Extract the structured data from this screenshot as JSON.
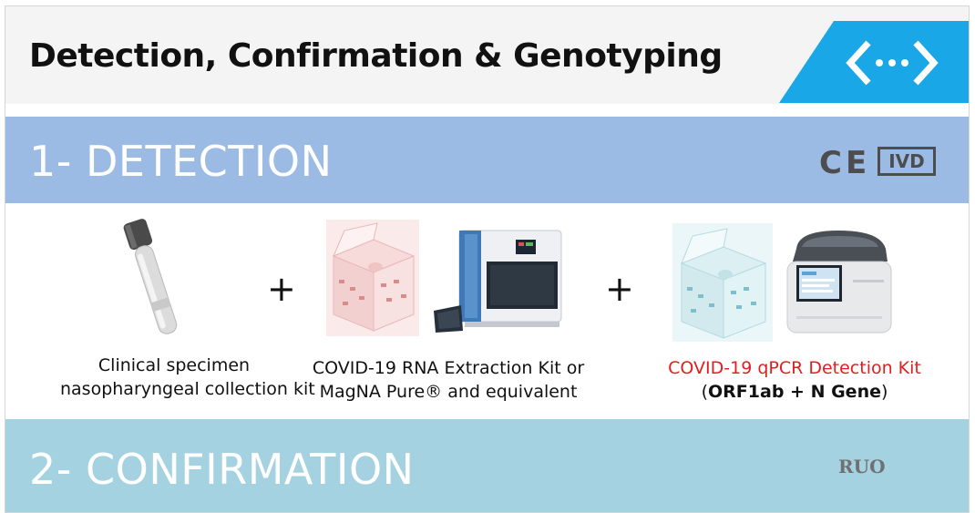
{
  "header": {
    "title": "Detection, Confirmation & Genotyping",
    "logo_icon": "code-brackets-icon",
    "logo_color": "#1aa7e8"
  },
  "sections": {
    "detection": {
      "title": "1- DETECTION",
      "ce_label": "CE",
      "ivd_label": "IVD",
      "band_color": "#9cbbe4"
    },
    "confirmation": {
      "title": "2- CONFIRMATION",
      "ruo_label": "RUO",
      "band_color": "#a4d2e1"
    }
  },
  "items": {
    "specimen": {
      "line1": "Clinical specimen",
      "line2": "nasopharyngeal collection kit"
    },
    "extraction": {
      "line1": "COVID-19 RNA Extraction Kit or",
      "line2": "MagNA Pure® and equivalent"
    },
    "detection_kit": {
      "line1": "COVID-19 qPCR Detection Kit",
      "line2_open": "(",
      "line2_bold": "ORF1ab + N Gene",
      "line2_close": ")"
    }
  },
  "operators": {
    "plus": "+"
  }
}
